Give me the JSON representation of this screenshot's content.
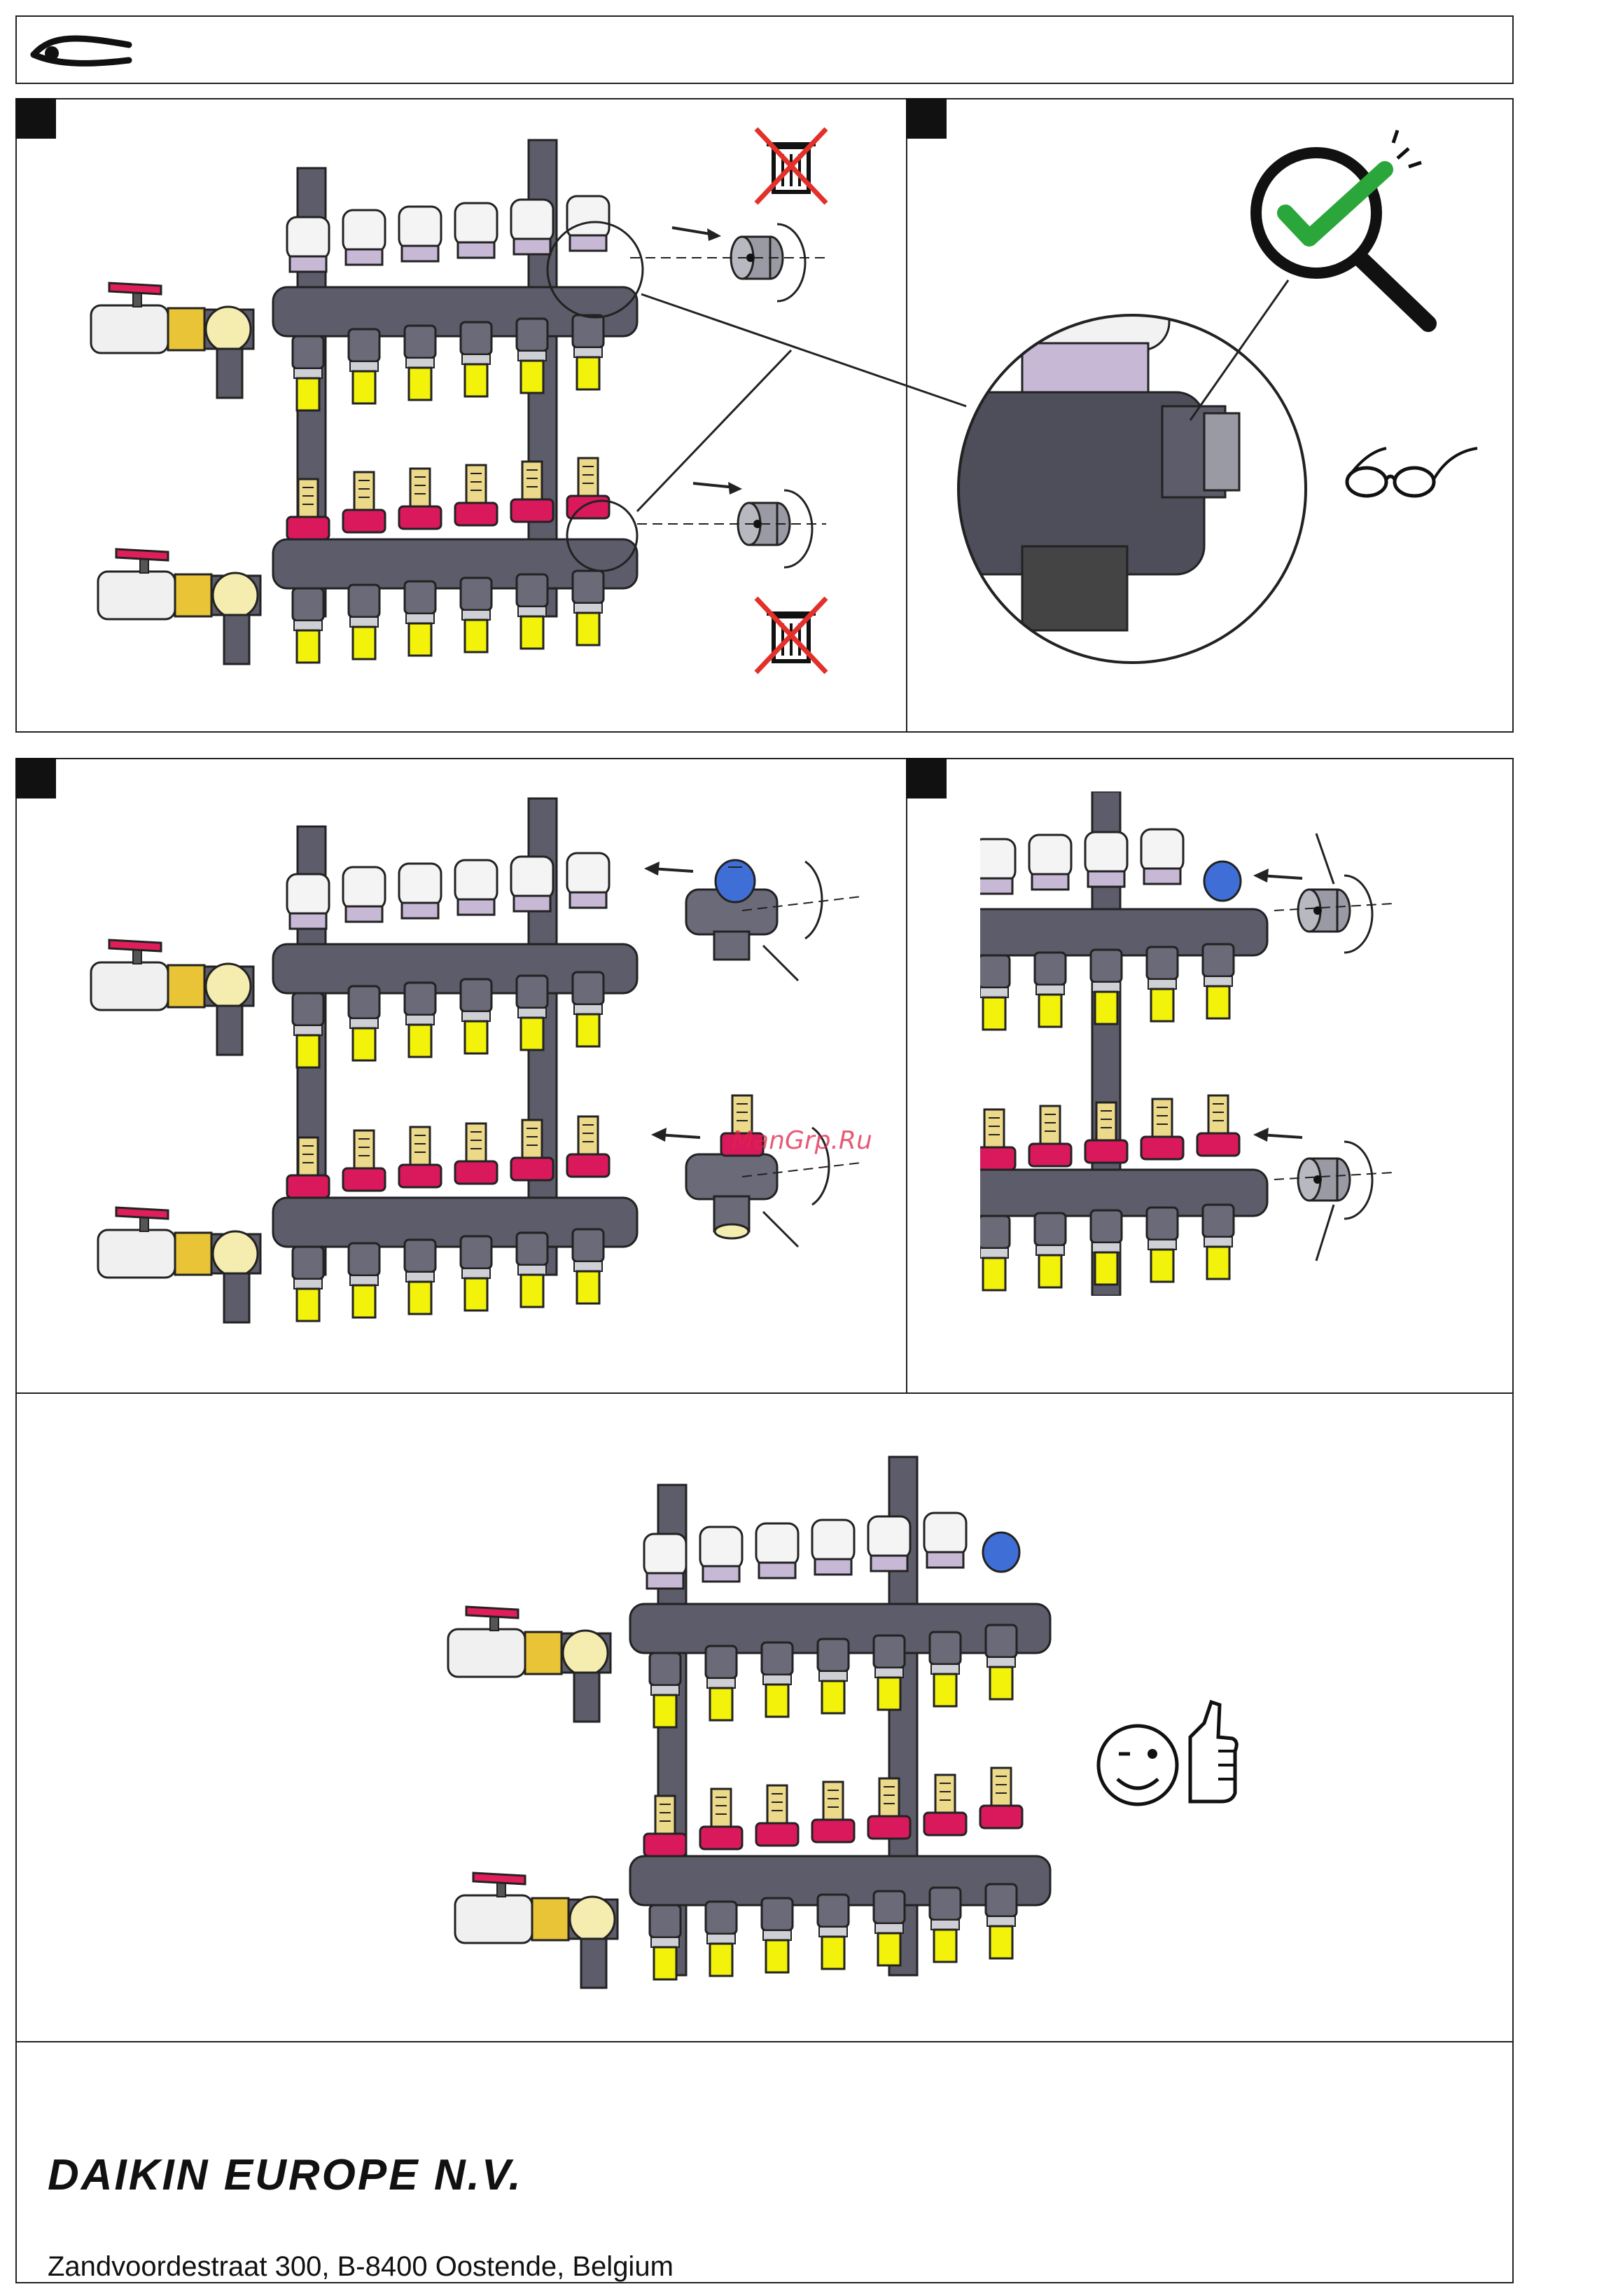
{
  "header": {
    "tool_icon": "pliers-icon"
  },
  "watermark": {
    "text": "ManGrp.Ru"
  },
  "footer": {
    "brand": "DAIKIN EUROPE N.V.",
    "address": "Zandvoordestraat 300, B-8400 Oostende, Belgium"
  },
  "colors": {
    "frame": "#222222",
    "manifold_body": "#5c5c6a",
    "valve_cap": "#f4f4f4",
    "flow_meter": "#d9195c",
    "pipe_yellow": "#f2f20a",
    "brass": "#e9c437",
    "ball_valve_handle": "#e01f5a",
    "air_vent_blue": "#3f6fd6",
    "approve_green": "#2aa63a",
    "cross_red": "#e3302b"
  },
  "icons": {
    "no_dispose": "trash-crossed-icon",
    "inspect": "magnifier-check-icon",
    "glasses": "glasses-icon",
    "thumbs_up": "thumbs-up-wink-icon"
  }
}
